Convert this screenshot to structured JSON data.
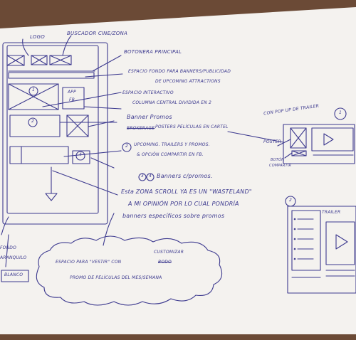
{
  "labels": {
    "logo": "LOGO",
    "buscador": "BUSCADOR CINE/ZONA",
    "botonera": "BOTONERA PRINCIPAL",
    "espacio_fondo_1": "ESPACIO FONDO PARA BANNERS/PUBLICIDAD",
    "espacio_fondo_2": "DE UPCOMING ATTRACTIONS",
    "espacio_interactivo": "ESPACIO INTERACTIVO",
    "columna_central": "COLUMNA CENTRAL DIVIDIDA EN 2",
    "banner_promos": "Banner Promos",
    "posters_struck": "BROKERAGE",
    "posters": "POSTERS PELÍCULAS EN CARTEL",
    "popup": "CON POP UP DE TRAILER",
    "upcoming_1": "UPCOMING. TRAILERS Y PROMOS.",
    "upcoming_2": "& OPCIÓN COMPARTIR EN FB.",
    "banners": "Banners c/promos.",
    "scroll_1": "Esta ZONA SCROLL YA ES UN \"WASTELAND\"",
    "scroll_2": "A MI OPINIÓN POR LO CUAL PONDRÍA",
    "scroll_3": "banners específicos sobre promos",
    "fondo_1": "FONDO",
    "fondo_2": "ARANQUILO",
    "blanco": "BLANCO",
    "cloud_1": "ESPACIO PARA \"VESTIR\" CON",
    "cloud_struck": "BODO",
    "customizar": "CUSTOMIZAR",
    "cloud_2": "PROMO DE PELÍCULAS DEL MES/SEMANA",
    "poster": "POSTER",
    "boton_1": "BOTÓN",
    "boton_2": "COMPARTIR",
    "trailer": "TRAILER",
    "app": "APP",
    "fb": "FB",
    "num_1": "1",
    "num_2": "2",
    "num_3": "3",
    "num_4": "4"
  },
  "colors": {
    "ink": "#3d3a8f",
    "paper": "#f4f2ef",
    "table": "#6b4a36"
  }
}
